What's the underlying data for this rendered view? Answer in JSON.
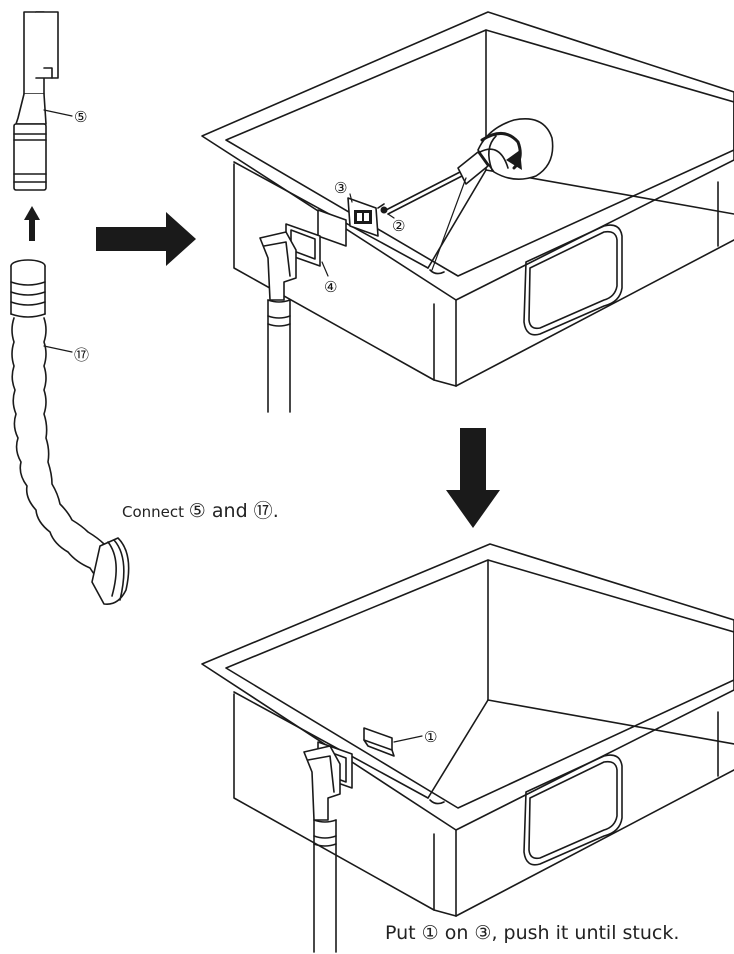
{
  "callouts": {
    "part5": "⑤",
    "part17": "⑰",
    "part3": "③",
    "part2": "②",
    "part4": "④",
    "part1": "①"
  },
  "captions": {
    "connect_prefix": "Connect ",
    "connect_a": "⑤",
    "connect_mid": " and ",
    "connect_b": "⑰",
    "connect_end": ".",
    "put": "Put ① on ③, push it until stuck."
  }
}
